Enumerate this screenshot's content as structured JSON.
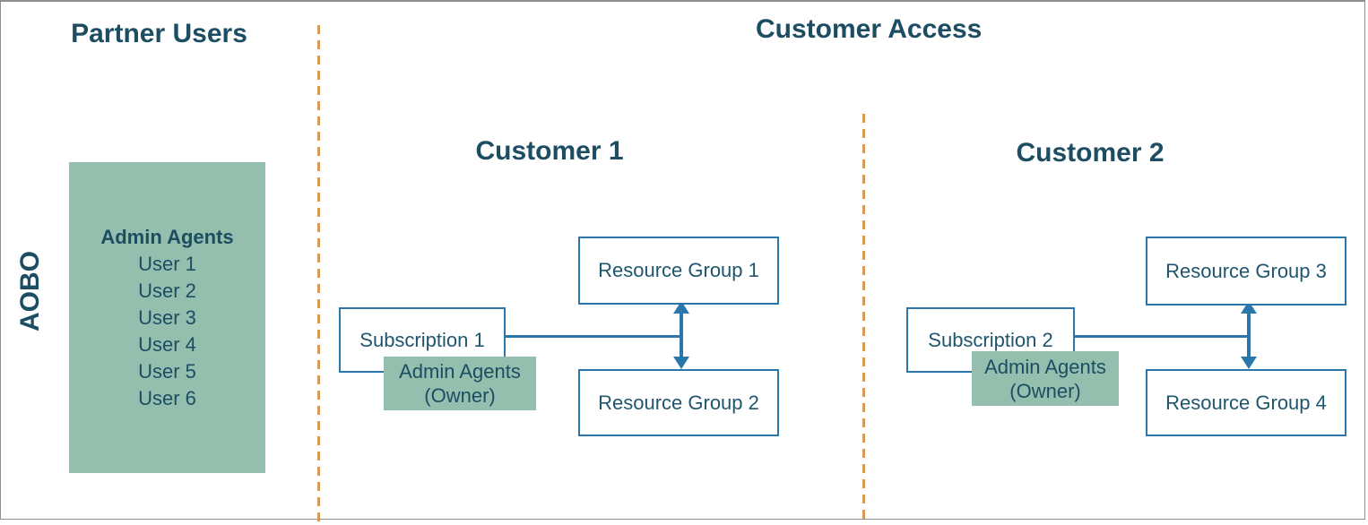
{
  "headers": {
    "partner_users": "Partner Users",
    "customer_access": "Customer Access",
    "aobo": "AOBO"
  },
  "partner": {
    "group_title": "Admin Agents",
    "users": [
      "User 1",
      "User 2",
      "User 3",
      "User 4",
      "User 5",
      "User 6"
    ]
  },
  "customer1": {
    "title": "Customer 1",
    "subscription": "Subscription 1",
    "owner_line1": "Admin Agents",
    "owner_line2": "(Owner)",
    "resource_groups": [
      "Resource Group 1",
      "Resource Group 2"
    ]
  },
  "customer2": {
    "title": "Customer 2",
    "subscription": "Subscription 2",
    "owner_line1": "Admin Agents",
    "owner_line2": "(Owner)",
    "resource_groups": [
      "Resource Group 3",
      "Resource Group 4"
    ]
  },
  "colors": {
    "heading_text": "#1c4d62",
    "box_text": "#1f566e",
    "blue_line": "#2b77ab",
    "green_fill": "#94bfae",
    "divider_orange": "#d69a56",
    "frame_gray": "#8f8f8f",
    "bg": "#ffffff"
  }
}
